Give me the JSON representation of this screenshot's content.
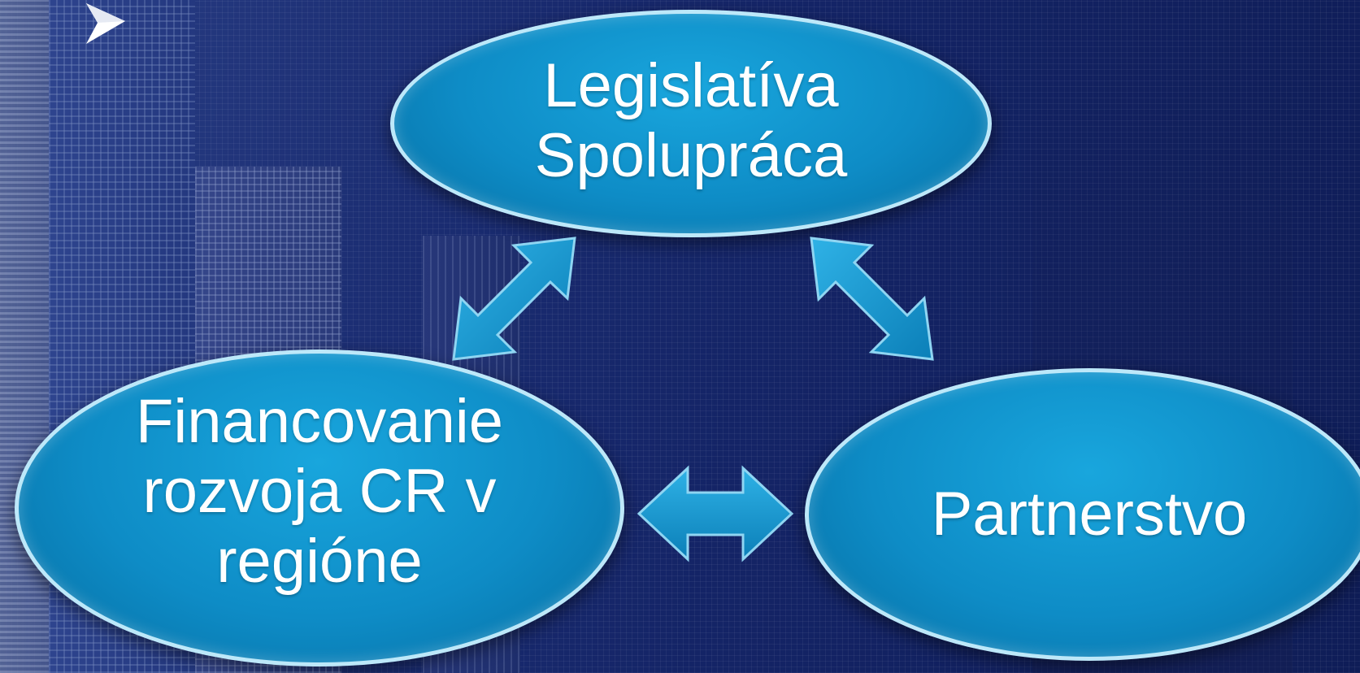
{
  "slide": {
    "bullet_icon": "arrowhead-bullet-icon",
    "nodes": {
      "top": "Legislatíva\nSpolupráca",
      "left": "Financovanie\nrozvoja CR v\nregióne",
      "right": "Partnerstvo"
    },
    "colors": {
      "node_fill": "#0e8cc6",
      "node_border": "#bde8f9",
      "arrow_fill": "#1593c9",
      "background": "#1b2d72"
    }
  }
}
